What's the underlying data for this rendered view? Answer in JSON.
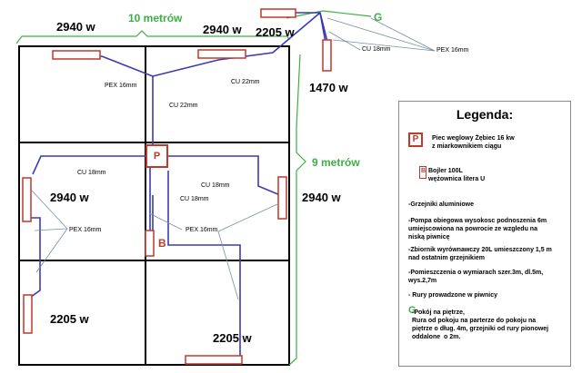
{
  "labels": {
    "rad_top_left": "2940 w",
    "rad_top_mid": "2940 w",
    "rad_top_right": "2205 w",
    "rad_1470": "1470 w",
    "rad_left_mid": "2940 w",
    "rad_right_mid": "2940 w",
    "rad_left_bottom": "2205 w",
    "rad_bottom": "2205 w",
    "dim_width": "10 metrów",
    "dim_height": "9 metrów",
    "g_mark": "G",
    "pipe_pex_1": "PEX 16mm",
    "pipe_cu22_1": "CU 22mm",
    "pipe_cu22_2": "CU 22mm",
    "pipe_cu18_top": "CU 18mm",
    "pipe_pex_top": "PEX 16mm",
    "pipe_cu18_left": "CU 18mm",
    "pipe_cu18_mid": "CU 18mm",
    "pipe_cu18_mid2": "CU 18mm",
    "pipe_pex_left": "PEX 16mm",
    "pipe_pex_right": "PEX 16mm",
    "boiler_p": "P",
    "boiler_b": "B"
  },
  "legend": {
    "title": "Legenda:",
    "p_symbol": "P",
    "p_text": "Piec weglowy Żębiec 16 kw\nz miarkownikiem ciągu",
    "b_symbol": "B",
    "b_text": "Bojler 100L\nwężownica litera U",
    "grzejniki": "-Grzejniki aluminiowe",
    "pompa": "-Pompa obiegowa wysokosc podnoszenia 6m\numiejscowiona na powrocie ze wzgledu na\nniską piwnicę",
    "zbiornik": "-Zbiornik wyrównawczy 20L umieszczony 1,5 m\nnad ostatnim grzejnikiem",
    "pomieszczenia": "-Pomieszczenia o wymiarach szer.3m, dl.5m,\nwys.2,7m",
    "rury": "- Rury prowadzone w piwnicy",
    "g_symbol": "G",
    "g_text": "-Pokój na piętrze,\nRura od pokoju na parterze do pokoju na\npiętrze o dług. 4m, grzejniki od rury pionowej\noddalone  o 2m."
  },
  "colors": {
    "wall": "#000000",
    "pipe": "#3b3bb0",
    "radiator": "#c0392b",
    "dimension": "#3cb043",
    "leader": "#7a8fa0"
  }
}
